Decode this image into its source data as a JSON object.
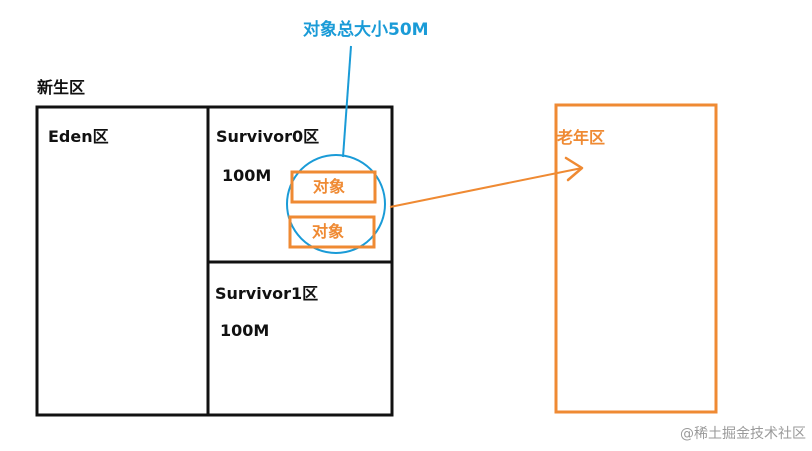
{
  "title_young": "新生区",
  "eden": {
    "label": "Eden区"
  },
  "survivor0": {
    "label": "Survivor0区",
    "size": "100M"
  },
  "survivor1": {
    "label": "Survivor1区",
    "size": "100M"
  },
  "objects": [
    "对象",
    "对象"
  ],
  "callout": "对象总大小50M",
  "old_gen": {
    "label": "老年区"
  },
  "watermark": "@稀土掘金技术社区",
  "colors": {
    "box_black": "#111111",
    "callout_blue": "#1a9bd7",
    "accent_orange": "#ef8a33"
  }
}
